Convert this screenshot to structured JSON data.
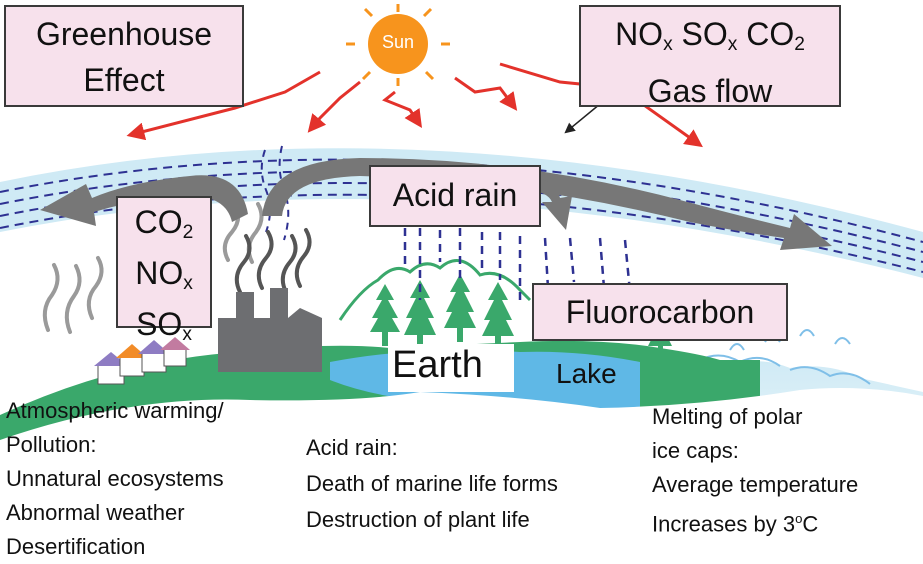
{
  "sun": {
    "label": "Sun"
  },
  "boxes": {
    "greenhouse": {
      "line1": "Greenhouse",
      "line2": "Effect"
    },
    "gasflow": {
      "nox": "NO",
      "sox": "SO",
      "co2": "CO",
      "sub_x": "x",
      "sub_2": "2",
      "line2": "Gas flow"
    },
    "acid_rain": {
      "label": "Acid rain"
    },
    "factory_gases": {
      "co": "CO",
      "no": "NO",
      "so": "SO",
      "sub_2": "2",
      "sub_x": "x"
    },
    "fluorocarbon": {
      "label": "Fluorocarbon"
    }
  },
  "places": {
    "earth": "Earth",
    "lake": "Lake"
  },
  "effects": {
    "left": {
      "line1": "Atmospheric warming/",
      "line2": "Pollution:",
      "line3": "Unnatural ecosystems",
      "line4": "Abnormal weather",
      "line5": "Desertification"
    },
    "middle": {
      "line1": "Acid rain:",
      "line2": "Death of marine life forms",
      "line3": "Destruction of plant life"
    },
    "right": {
      "line1": "Melting of polar",
      "line2": "ice caps:",
      "line3": "Average temperature",
      "line4a": "Increases by 3",
      "line4b": "C",
      "degree": "o"
    }
  },
  "colors": {
    "atmosphere": "#cfeaf5",
    "dashes": "#2e3192",
    "ground": "#3aa86b",
    "water": "#5fb8e6",
    "sun": "#f7941d",
    "rays": "#e3322b",
    "arrows": "#777777",
    "box_fill": "#f7e1ec"
  }
}
